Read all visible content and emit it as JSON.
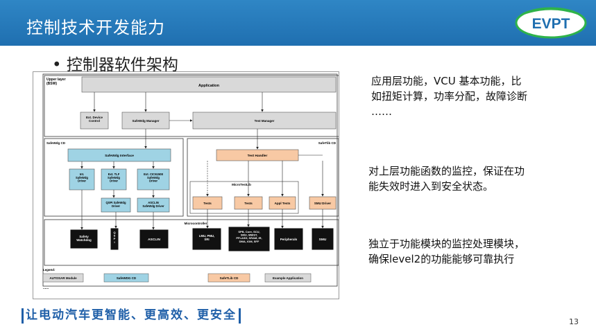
{
  "header": {
    "title": "控制技术开发能力"
  },
  "logo": {
    "text": "EVPT",
    "colors": {
      "green": "#2fb34a",
      "blue": "#1f6fb0"
    }
  },
  "bullet": {
    "text": "• 控制器软件架构"
  },
  "diagram": {
    "upper_layer": "Upper layer\n(BSW)",
    "application": "Application",
    "ext_device_control": "Ext. Device\nControl",
    "safewdg_manager": "SafeWdg Manager",
    "test_manager": "Test Manager",
    "safewdg_cd": "SafeWdg CD",
    "safetlib_cd": "SafeTlib CD",
    "safewdg_interface": "SafeWdg Interface",
    "int_safewdg_driver": "Int.\nSafeWdg\nDriver",
    "ext_tlf_driver": "Ext. TLF\nSafeWdg\nDriver",
    "ext_cic_driver": "Ext. CIC61508\nSafeWdg\nDriver",
    "qspi_driver": "QSPI SafeWdg\nDriver",
    "asclin_driver": "ASCLIN\nSafeWdg Driver",
    "test_handler": "Test Handler",
    "microtestlib": "MicroTestLib",
    "tests1": "Tests",
    "tests2": "Tests",
    "appl_tests": "Appl Tests",
    "smu_driver": "SMU Driver",
    "microcontroller": "Microcontroller",
    "safety_watchdog": "Safety\nWatchdog",
    "qspi": "Q\nS\nP\nI",
    "asclin": "ASCLIN",
    "lmu": "LMU, PMU,\nSRI",
    "spb": "SPB, Core, SCU,\nSMU, MBIST,\nPFLASH, SRAM, IR,\nDMA, IOM, SFF",
    "peripherals": "Peripherals",
    "smu": "SMU",
    "legend": "Legend:",
    "legend_items": [
      "AUTOSAR Module",
      "SafeWDG CD",
      "SafeTLib CD",
      "Example Application"
    ],
    "legend_more": "......",
    "colors": {
      "gray": "#d9d9d9",
      "blue": "#9fd3e4",
      "orange": "#f8c9a4",
      "black": "#111111"
    }
  },
  "descriptions": [
    {
      "lines": [
        "应用层功能，VCU 基本功能，比",
        "如扭矩计算，功率分配，故障诊断",
        "……"
      ]
    },
    {
      "lines": [
        "对上层功能函数的监控，保证在功",
        "能失效时进入到安全状态。"
      ]
    },
    {
      "lines": [
        "独立于功能模块的监控处理模块，",
        "确保level2的功能能够可靠执行"
      ]
    }
  ],
  "footer": {
    "slogan": "让电动汽车更智能、更高效、更安全",
    "page_number": "13"
  }
}
